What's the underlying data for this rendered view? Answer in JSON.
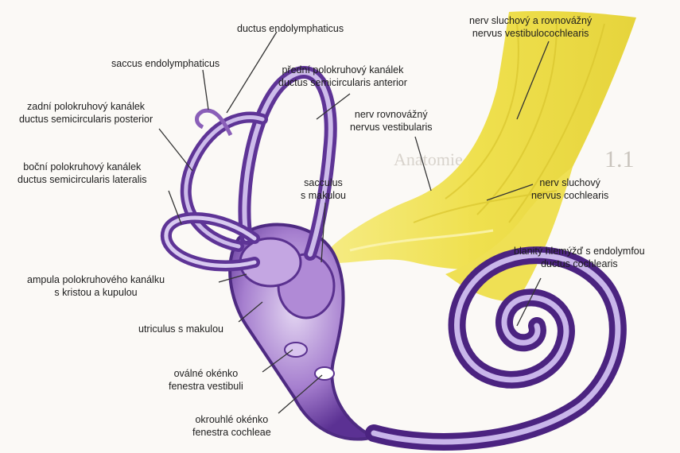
{
  "labels": {
    "ductus_endolymphaticus": "ductus endolymphaticus",
    "saccus_endolymphaticus": "saccus endolymphaticus",
    "canal_anterior_cz": "přední polokruhový kanálek",
    "canal_anterior_la": "ductus semicircularis anterior",
    "canal_posterior_cz": "zadní polokruhový kanálek",
    "canal_posterior_la": "ductus semicircularis posterior",
    "canal_lateral_cz": "boční polokruhový kanálek",
    "canal_lateral_la": "ductus semicircularis lateralis",
    "nerve_vc_cz": "nerv sluchový a rovnovážný",
    "nerve_vc_la": "nervus vestibulocochlearis",
    "nerve_vest_cz": "nerv rovnovážný",
    "nerve_vest_la": "nervus vestibularis",
    "nerve_coch_cz": "nerv sluchový",
    "nerve_coch_la": "nervus cochlearis",
    "sacculus_1": "sacculus",
    "sacculus_2": "s makulou",
    "ampulla_1": "ampula polokruhového kanálku",
    "ampulla_2": "s kristou a kupulou",
    "utriculus": "utriculus s makulou",
    "cochlea_1": "blanitý hlemýžď s endolymfou",
    "cochlea_2": "ductus cochlearis",
    "oval_cz": "oválné okénko",
    "oval_la": "fenestra vestibuli",
    "round_cz": "okrouhlé okénko",
    "round_la": "fenestra cochleae"
  },
  "background_text": {
    "heading_number": "1.1",
    "heading_text": "Anatomie vnitřního ucha"
  },
  "colors": {
    "labyrinth": "#6a3fa6",
    "labyrinth_light": "#c8b7e6",
    "nerve": "#f2e35a"
  }
}
